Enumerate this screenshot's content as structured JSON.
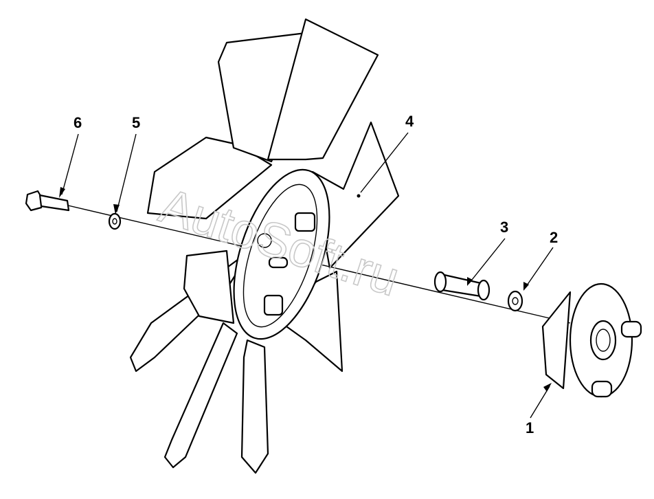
{
  "watermark": "AutoSoft.ru",
  "callouts": [
    "1",
    "2",
    "3",
    "4",
    "5",
    "6"
  ],
  "parts": [
    {
      "id": "1",
      "name": "hub-adapter"
    },
    {
      "id": "2",
      "name": "washer"
    },
    {
      "id": "3",
      "name": "spacer"
    },
    {
      "id": "4",
      "name": "fan"
    },
    {
      "id": "5",
      "name": "washer"
    },
    {
      "id": "6",
      "name": "bolt"
    }
  ],
  "colors": {
    "line": "#000000",
    "watermark": "#c8c8c8",
    "background": "#ffffff"
  }
}
